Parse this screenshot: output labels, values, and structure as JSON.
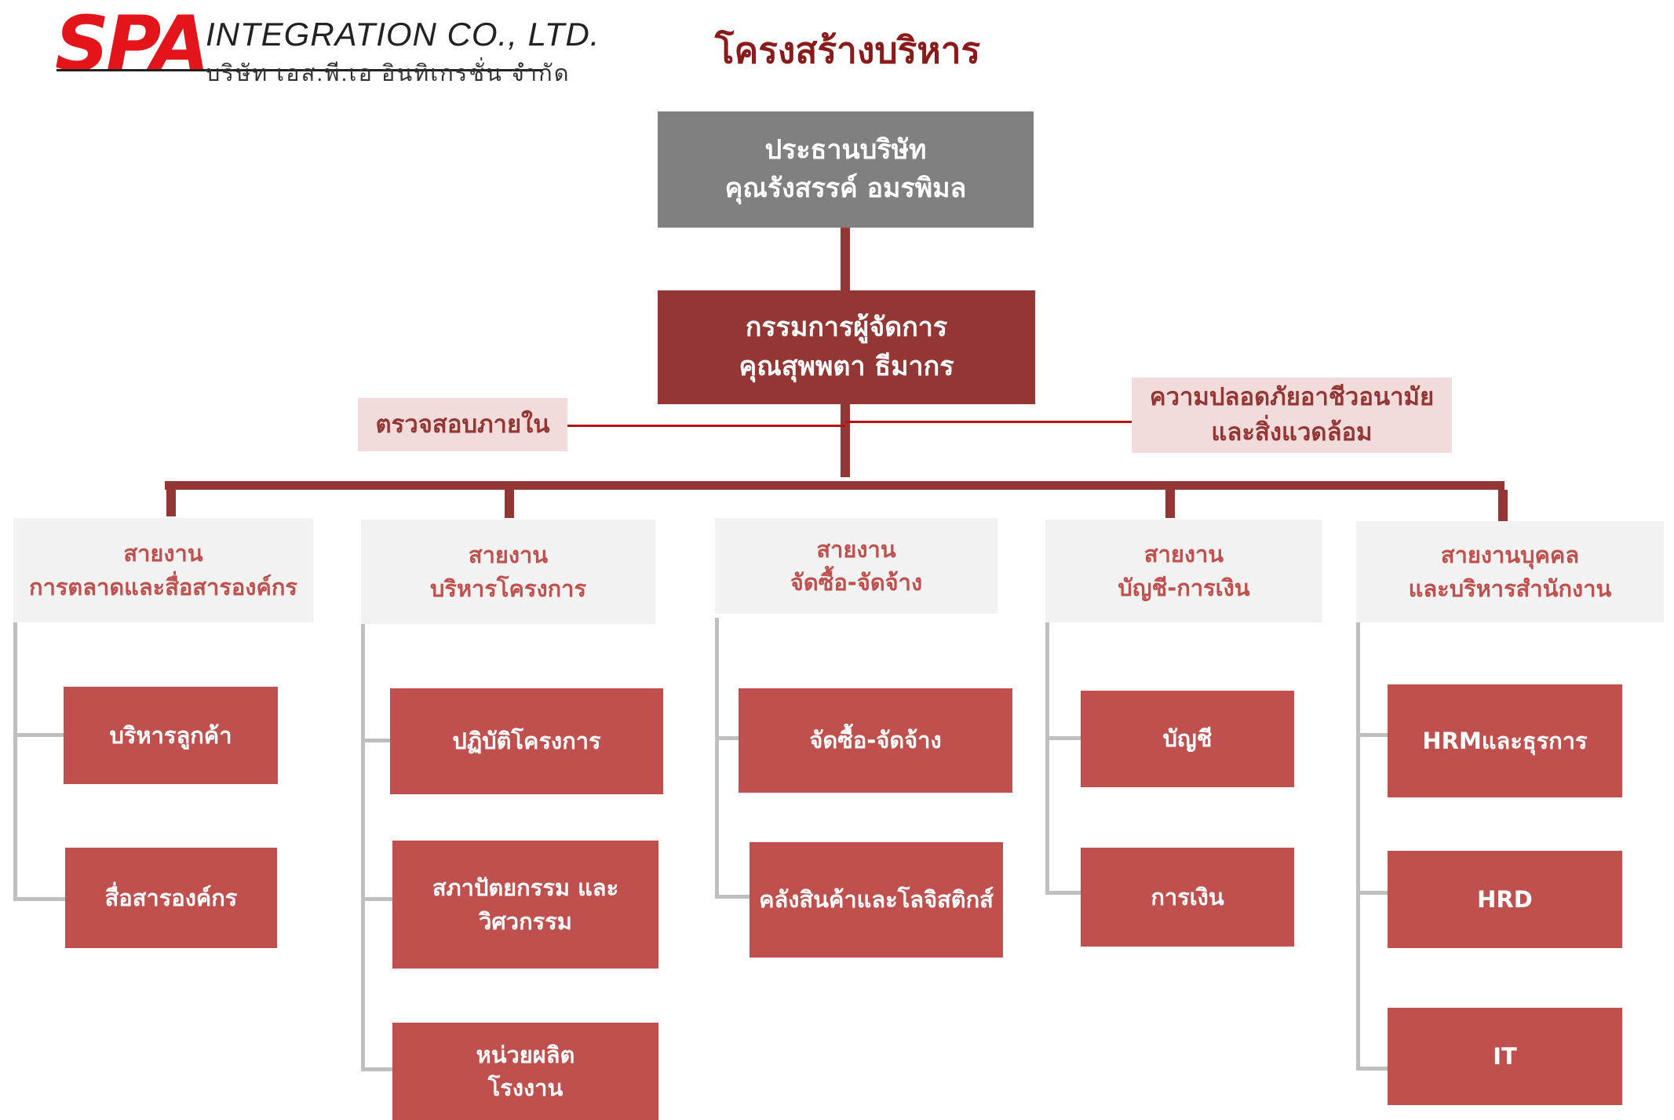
{
  "logo": {
    "brand": "SPA",
    "company_en": "INTEGRATION CO., LTD.",
    "company_th": "บริษัท เอส.พี.เอ อินทิเกรชั่น จำกัด"
  },
  "title": "โครงสร้างบริหาร",
  "chairman": {
    "line1": "ประธานบริษัท",
    "line2": "คุณรังสรรค์ อมรพิมล"
  },
  "md": {
    "line1": "กรรมการผู้จัดการ",
    "line2": "คุณสุพพตา ธีมากร"
  },
  "internal_audit": "ตรวจสอบภายใน",
  "safety": {
    "line1": "ความปลอดภัยอาชีวอนามัย",
    "line2": "และสิ่งแวดล้อม"
  },
  "departments": [
    {
      "line1": "สายงาน",
      "line2": "การตลาดและสื่อสารองค์กร",
      "units": [
        {
          "line1": "บริหารลูกค้า"
        },
        {
          "line1": "สื่อสารองค์กร"
        }
      ]
    },
    {
      "line1": "สายงาน",
      "line2": "บริหารโครงการ",
      "units": [
        {
          "line1": "ปฏิบัติโครงการ"
        },
        {
          "line1": "สภาปัตยกรรม  และ",
          "line2": "วิศวกรรม"
        },
        {
          "line1": "หน่วยผลิต",
          "line2": "โรงงาน"
        }
      ]
    },
    {
      "line1": "สายงาน",
      "line2": "จัดซื้อ-จัดจ้าง",
      "units": [
        {
          "line1": "จัดซื้อ-จัดจ้าง"
        },
        {
          "line1": "คลังสินค้าและโลจิสติกส์"
        }
      ]
    },
    {
      "line1": "สายงาน",
      "line2": "บัญชี-การเงิน",
      "units": [
        {
          "line1": "บัญชี"
        },
        {
          "line1": "การเงิน"
        }
      ]
    },
    {
      "line1": "สายงานบุคคล",
      "line2": "และบริหารสำนักงาน",
      "units": [
        {
          "line1": "HRMและธุรการ"
        },
        {
          "line1": "HRD"
        },
        {
          "line1": "IT"
        }
      ]
    }
  ],
  "colors": {
    "chairman_bg": "#808080",
    "md_bg": "#943634",
    "side_bg": "#f2dcdb",
    "dept_bg": "#f2f2f2",
    "unit_bg": "#c0504d",
    "connector": "#943634",
    "logo_red": "#e3151a"
  }
}
